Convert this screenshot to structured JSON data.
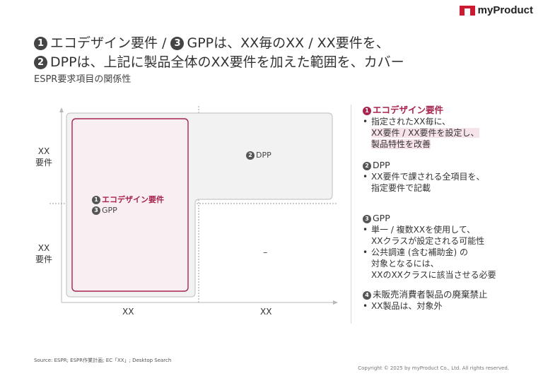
{
  "brand": {
    "name": "myProduct"
  },
  "title": {
    "line1_n1": "1",
    "line1_a": "エコデザイン要件 / ",
    "line1_n2": "3",
    "line1_b": "GPPは、XX毎のXX / XX要件を、",
    "line2_n": "2",
    "line2_text": "DPPは、上記に製品全体のXX要件を加えた範囲を、カバー",
    "subtitle": "ESPR要求項目の関係性"
  },
  "diagram": {
    "y_labels": [
      {
        "line1": "XX",
        "line2": "要件"
      },
      {
        "line1": "XX",
        "line2": "要件"
      }
    ],
    "x_labels": [
      "XX",
      "XX"
    ],
    "dpp": {
      "num": "2",
      "label": "DPP"
    },
    "eco": {
      "num": "1",
      "label": "エコデザイン要件"
    },
    "gpp": {
      "num": "3",
      "label": "GPP"
    },
    "empty_mark": "–"
  },
  "panel": {
    "eco": {
      "num": "1",
      "title": "エコデザイン要件",
      "b1_l1": "指定されたXX毎に、",
      "b1_l2": "XX要件 / XX要件を設定し、",
      "b1_l3": "製品特性を改善"
    },
    "dpp": {
      "num": "2",
      "title": "DPP",
      "b1_l1": "XX要件で課される全項目を、",
      "b1_l2": "指定要件で記載"
    },
    "gpp": {
      "num": "3",
      "title": "GPP",
      "b1_l1": "単一 / 複数XXを使用して、",
      "b1_l2": "XXクラスが設定される可能性",
      "b2_l1": "公共調達 (含む補助金) の",
      "b2_l2": "対象となるには、",
      "b2_l3": "XXのXXクラスに該当させる必要"
    },
    "ban": {
      "num": "4",
      "title": "未販売消費者製品の廃棄禁止",
      "b1_l1": "XX製品は、対象外"
    }
  },
  "footer": {
    "source": "Source: ESPR; ESPR作業計画; EC「XX」; Desktop Search",
    "copyright": "Copyright © 2025 by myProduct Co., Ltd.  All rights reserved."
  },
  "colors": {
    "accent": "#a8244d",
    "brand_red": "#cc1a32",
    "eco_fill": "#f9eef1",
    "dpp_fill": "#f2f2f2"
  }
}
